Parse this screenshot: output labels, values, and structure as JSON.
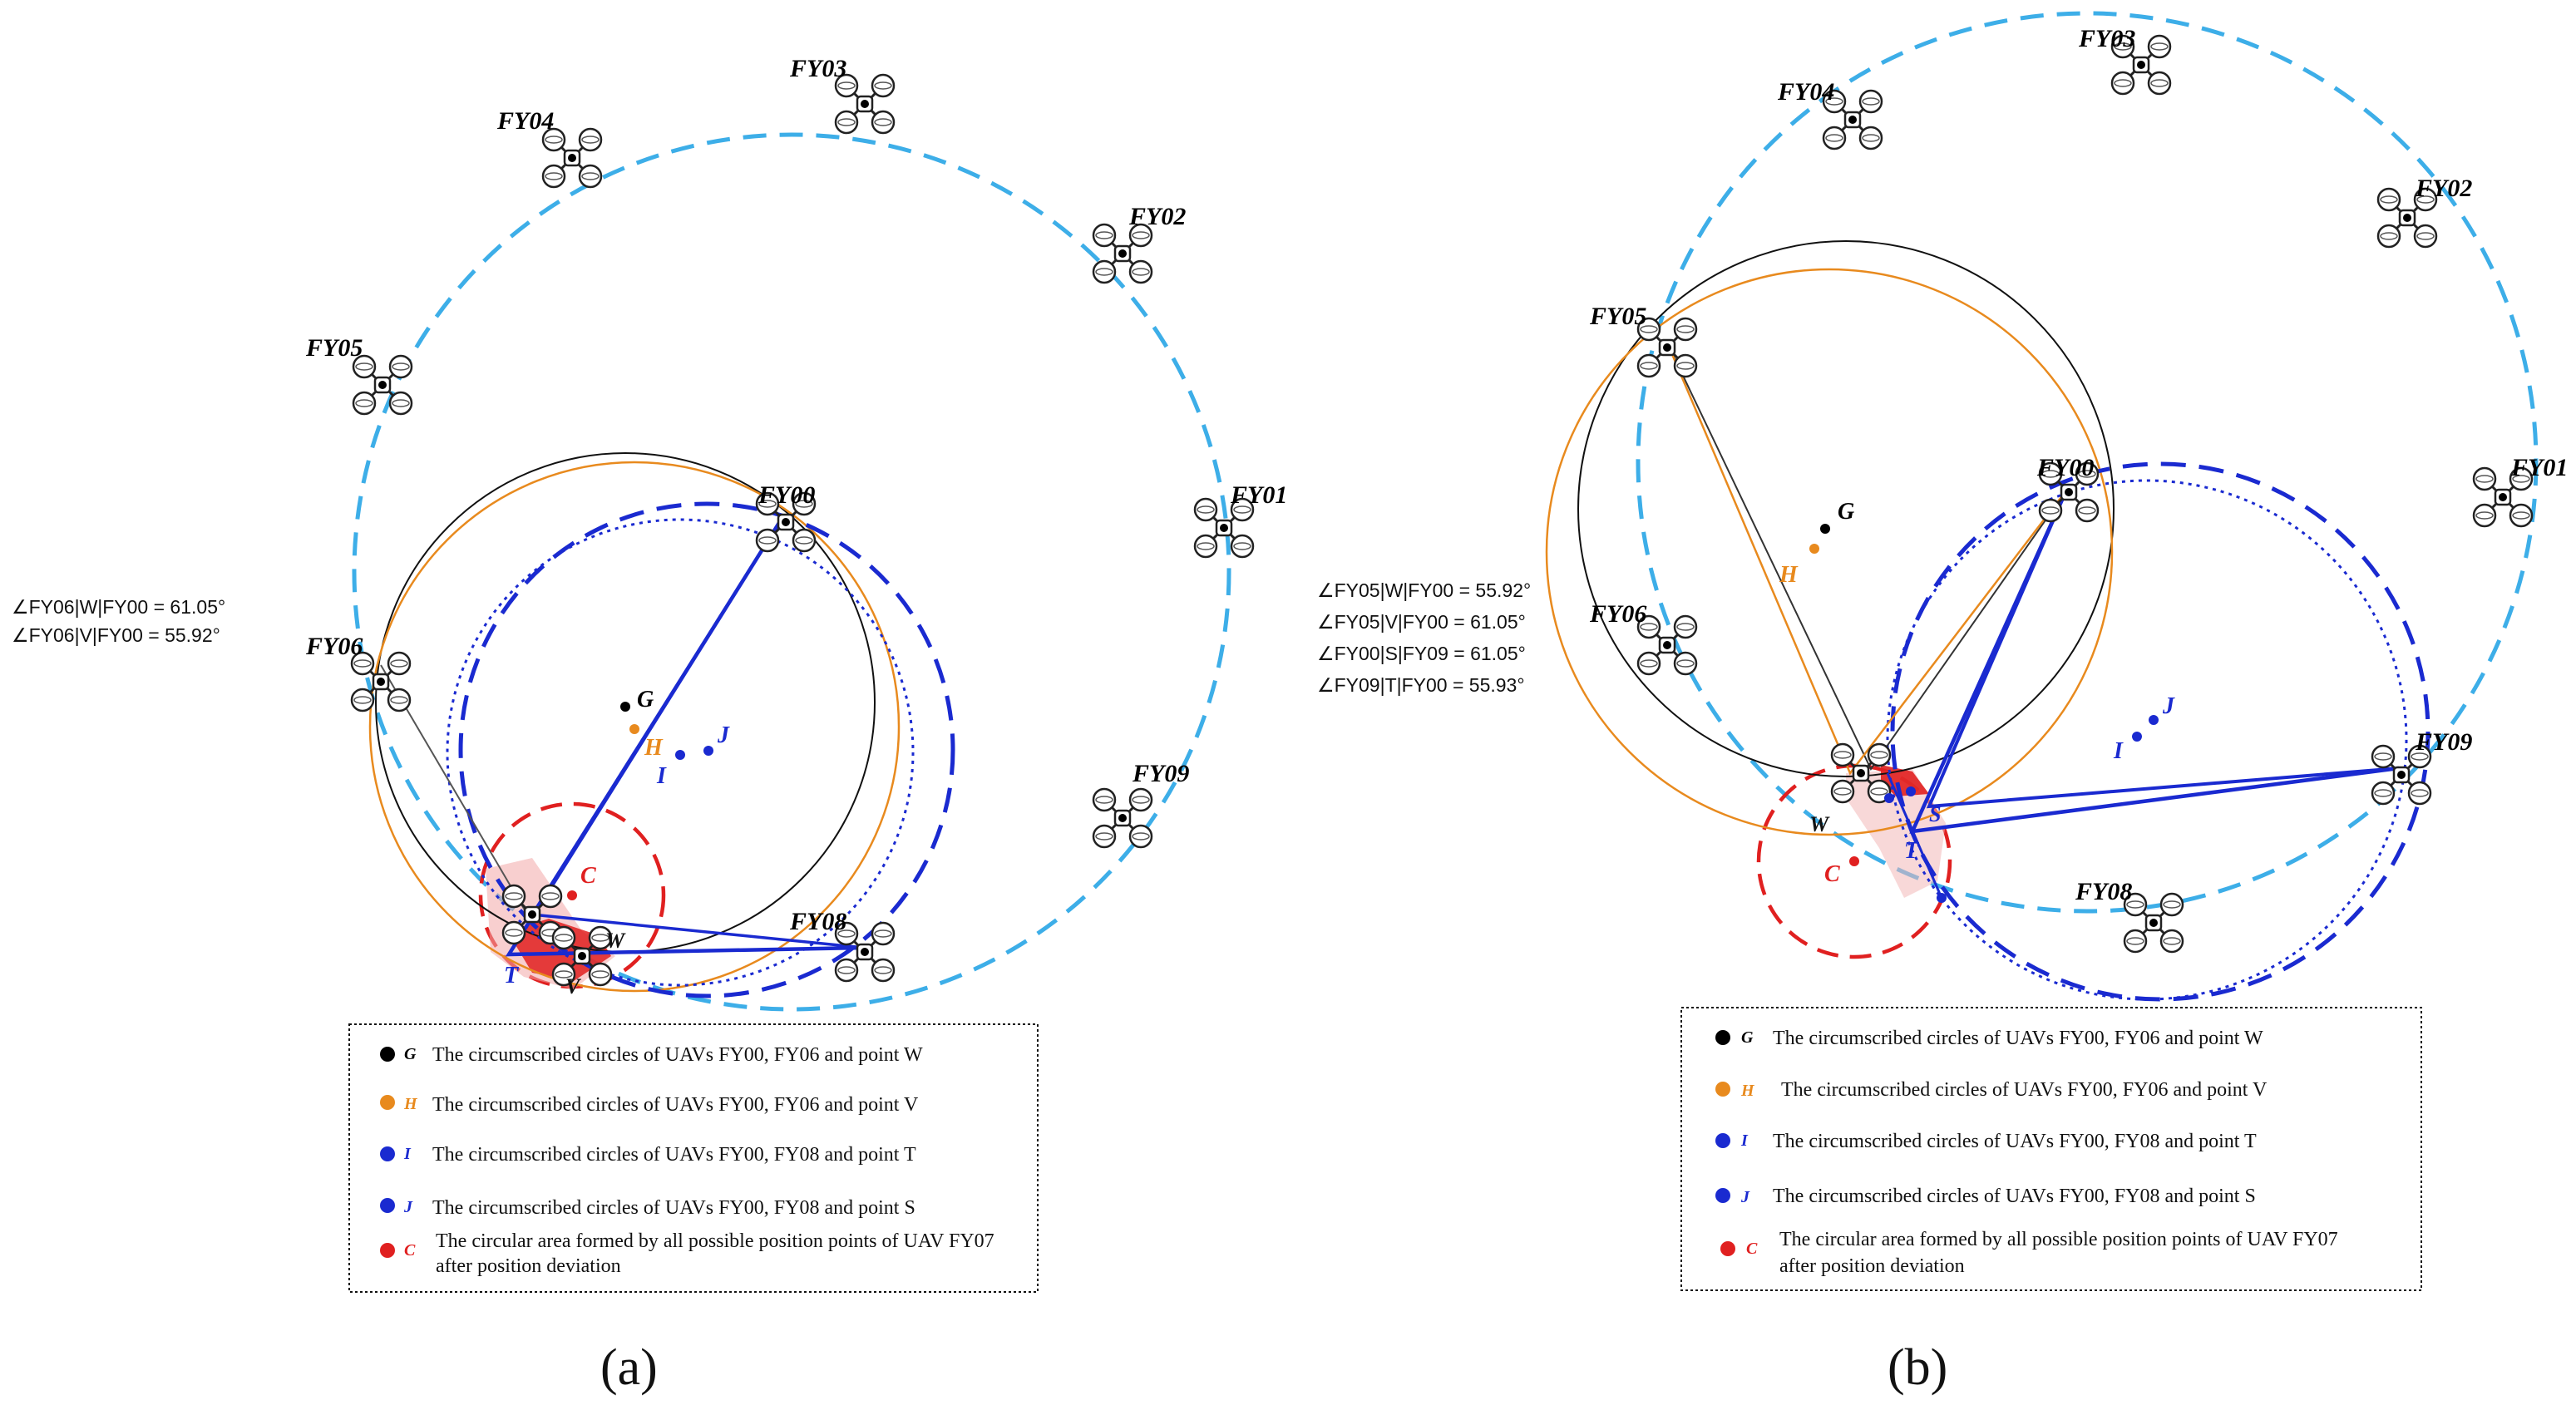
{
  "panels": [
    {
      "id": "a",
      "caption": "(a)",
      "uav_labels": [
        "FY03",
        "FY04",
        "FY02",
        "FY05",
        "FY00",
        "FY01",
        "FY06",
        "FY09",
        "FY08"
      ],
      "points": {
        "G": "G",
        "H": "H",
        "I": "I",
        "J": "J",
        "C": "C",
        "W": "W",
        "T": "T",
        "V": "V"
      },
      "angles": [
        "∠FY06|W|FY00 = 61.05°",
        "∠FY06|V|FY00 = 55.92°"
      ]
    },
    {
      "id": "b",
      "caption": "(b)",
      "uav_labels": [
        "FY03",
        "FY04",
        "FY02",
        "FY05",
        "FY00",
        "FY01",
        "FY06",
        "FY09",
        "FY08"
      ],
      "points": {
        "G": "G",
        "H": "H",
        "I": "I",
        "J": "J",
        "C": "C",
        "W": "W",
        "T": "T",
        "S": "S"
      },
      "angles": [
        "∠FY05|W|FY00 = 55.92°",
        "∠FY05|V|FY00 = 61.05°",
        "∠FY00|S|FY09 = 61.05°",
        "∠FY09|T|FY00 = 55.93°"
      ]
    }
  ],
  "legend": {
    "a": [
      {
        "key": "G",
        "color": "#000000",
        "text": "The circumscribed circles of UAVs FY00, FY06 and point W"
      },
      {
        "key": "H",
        "color": "#e88a1e",
        "text": "The circumscribed circles of UAVs FY00, FY06 and point V"
      },
      {
        "key": "I",
        "color": "#1a2ad0",
        "text": "The circumscribed circles of UAVs FY00, FY08 and point T"
      },
      {
        "key": "J",
        "color": "#1a2ad0",
        "text": "The circumscribed circles of UAVs FY00, FY08 and point S"
      },
      {
        "key": "C",
        "color": "#e02020",
        "text": "The circular area formed by all possible position points of UAV  FY07",
        "text2": "after position deviation"
      }
    ],
    "b": [
      {
        "key": "G",
        "color": "#000000",
        "text": "The circumscribed circles of UAVs FY00, FY06 and point W"
      },
      {
        "key": "H",
        "color": "#e88a1e",
        "text": "The circumscribed circles of UAVs FY00, FY06 and point V"
      },
      {
        "key": "I",
        "color": "#1a2ad0",
        "text": "The circumscribed circles of UAVs FY00, FY08 and point T"
      },
      {
        "key": "J",
        "color": "#1a2ad0",
        "text": "The circumscribed circles of UAVs FY00, FY08 and point S"
      },
      {
        "key": "C",
        "color": "#e02020",
        "text": "The circular area formed by all possible position points of UAV  FY07",
        "text2": "after position deviation"
      }
    ]
  },
  "colors": {
    "formation_circle": "#3daee8",
    "blue": "#1a2ad0",
    "orange": "#e88a1e",
    "red": "#e02020",
    "black": "#111111"
  }
}
